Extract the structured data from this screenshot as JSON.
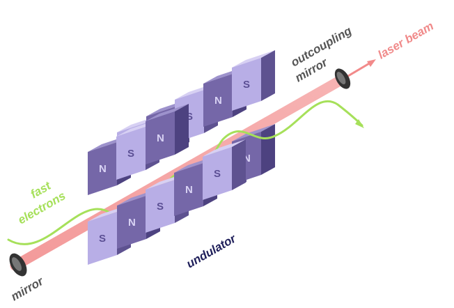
{
  "labels": {
    "fast": "fast",
    "electrons": "electrons",
    "mirror": "mirror",
    "outcoupling": "outcoupling",
    "outcoupling_mirror": "mirror",
    "laser_beam": "laser beam",
    "undulator": "undulator"
  },
  "magnets": {
    "back_row": [
      "S",
      "N",
      "S",
      "N",
      "S"
    ],
    "front_row": [
      "N",
      "S",
      "N",
      "S",
      "N"
    ],
    "bottom_row": [
      "S",
      "N",
      "S",
      "N",
      "S"
    ]
  },
  "colors": {
    "laser": "#f7a3a3",
    "electron_path": "#a6e05a",
    "magnet_light_face": "#b8aee6",
    "magnet_dark_face": "#7567a8",
    "magnet_top": "#d7d0f3",
    "magnet_side": "#5e5290",
    "label_green": "#a6e05a",
    "label_pink": "#f08a8a",
    "label_dark": "#555555",
    "label_navy": "#1f1f5a"
  }
}
